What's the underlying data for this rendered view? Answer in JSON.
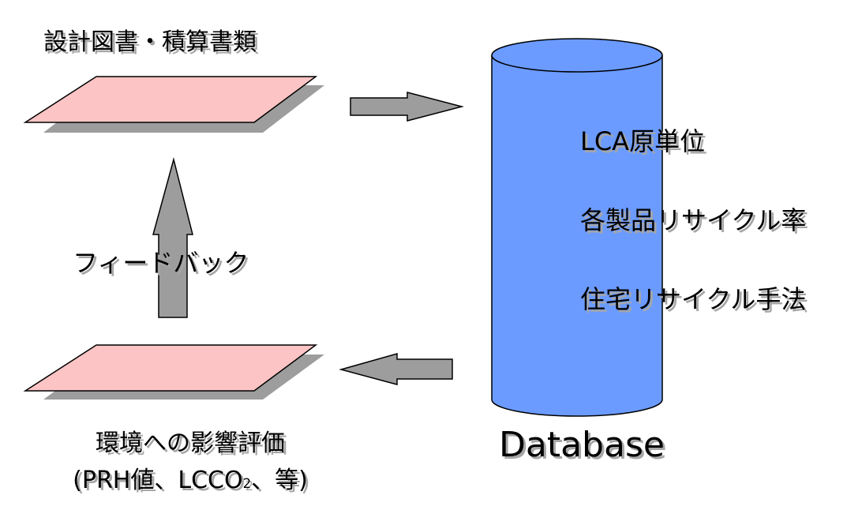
{
  "labels": {
    "top": "設計図書・積算書類",
    "feedback": "フィードバック",
    "bottom_line1": "環境への影響評価",
    "bottom_line2_pre": "(PRH値、LCCO",
    "bottom_line2_sub": "2",
    "bottom_line2_post": "、等)"
  },
  "database": {
    "items": [
      "LCA原単位",
      "各製品リサイクル率",
      "住宅リサイクル手法"
    ],
    "caption": "Database"
  },
  "colors": {
    "plane_fill": "#fcc4c4",
    "plane_shadow": "#9d9d9d",
    "arrow_fill": "#9d9d9d",
    "cylinder_fill": "#6b9bff",
    "stroke": "#000000"
  }
}
